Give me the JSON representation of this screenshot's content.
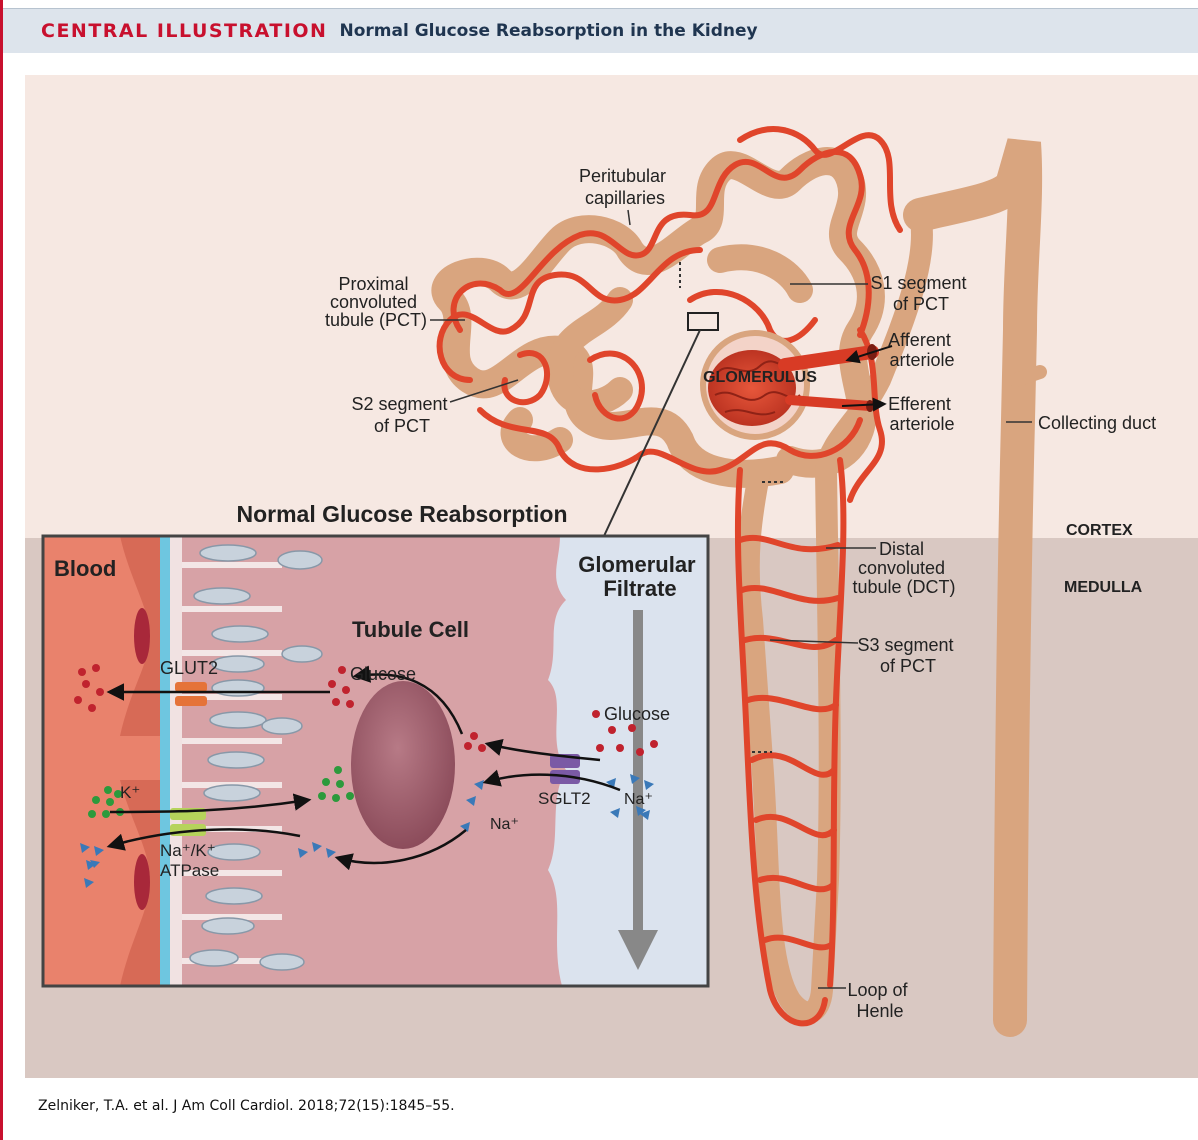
{
  "header": {
    "tag": "CENTRAL ILLUSTRATION",
    "title": "Normal Glucose Reabsorption in the Kidney"
  },
  "labels": {
    "peritubular": [
      "Peritubular",
      "capillaries"
    ],
    "pct": [
      "Proximal",
      "convoluted",
      "tubule (PCT)"
    ],
    "s1": [
      "S1 segment",
      "of PCT"
    ],
    "afferent": [
      "Afferent",
      "arteriole"
    ],
    "glomerulus": "GLOMERULUS",
    "efferent": [
      "Efferent",
      "arteriole"
    ],
    "s2": [
      "S2 segment",
      "of PCT"
    ],
    "collecting_duct": "Collecting duct",
    "cortex": "CORTEX",
    "medulla": "MEDULLA",
    "dct": [
      "Distal",
      "convoluted",
      "tubule (DCT)"
    ],
    "s3": [
      "S3 segment",
      "of PCT"
    ],
    "loop": [
      "Loop of",
      "Henle"
    ]
  },
  "inset": {
    "title": "Normal Glucose Reabsorption",
    "blood": "Blood",
    "filtrate": [
      "Glomerular",
      "Filtrate"
    ],
    "tubule_cell": "Tubule Cell",
    "glut2": "GLUT2",
    "glucose_cell": "Glucose",
    "glucose_lumen": "Glucose",
    "k": "K⁺",
    "na_cell": "Na⁺",
    "sglt2": "SGLT2",
    "na_lumen": "Na⁺",
    "nak": [
      "Na⁺/K⁺",
      "ATPase"
    ]
  },
  "citation": "Zelniker, T.A. et al. J Am Coll Cardiol. 2018;72(15):1845–55.",
  "colors": {
    "accent": "#c8102e",
    "vessel": "#e0452b",
    "tubule": "#d9a57f",
    "cortex_bg": "#f5e7e1",
    "medulla_bg": "#d8c7c1",
    "filtrate_bg": "#dbe3ee",
    "blood_bg": "#e9826c",
    "cell": "#d7a2a6",
    "glucose_dot": "#c0232e",
    "k_dot": "#2c9a3c",
    "na_tri": "#3a79b8",
    "sglt2": "#7b5aa5",
    "glut2": "#e57339",
    "atpase": "#b6d35b"
  }
}
